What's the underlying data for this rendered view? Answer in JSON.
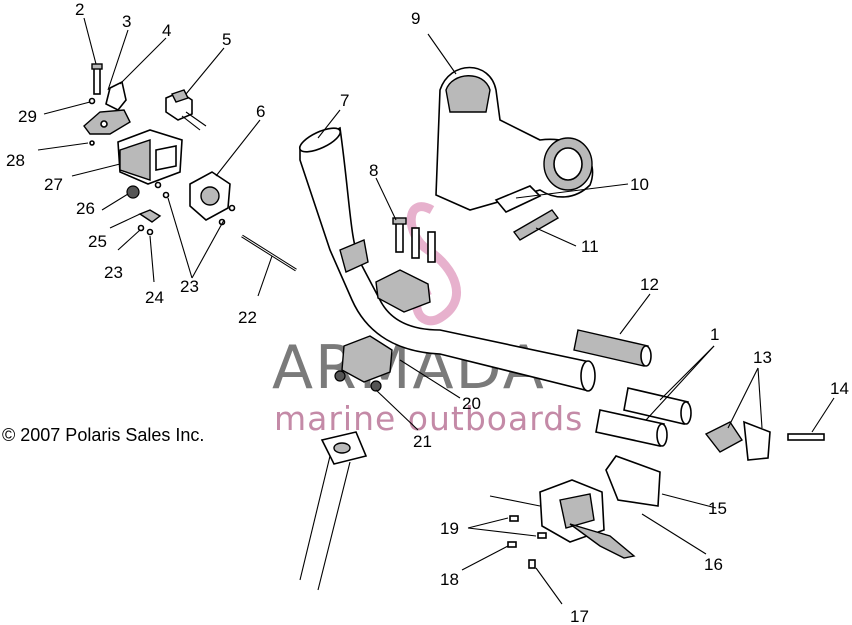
{
  "copyright": "© 2007 Polaris Sales Inc.",
  "watermark": {
    "brand": "ARMADA",
    "tagline": "marine outboards"
  },
  "callouts": {
    "n1": "1",
    "n2": "2",
    "n3": "3",
    "n4": "4",
    "n5": "5",
    "n6": "6",
    "n7": "7",
    "n8": "8",
    "n9": "9",
    "n10": "10",
    "n11": "11",
    "n12": "12",
    "n13": "13",
    "n14": "14",
    "n15": "15",
    "n16": "16",
    "n17": "17",
    "n18": "18",
    "n19": "19",
    "n20": "20",
    "n21": "21",
    "n22": "22",
    "n23a": "23",
    "n23b": "23",
    "n24": "24",
    "n25": "25",
    "n26": "26",
    "n27": "27",
    "n28": "28",
    "n29": "29"
  },
  "colors": {
    "line": "#000000",
    "watermark_gray": "#7a7a7a",
    "watermark_pink": "#c48aa7"
  }
}
